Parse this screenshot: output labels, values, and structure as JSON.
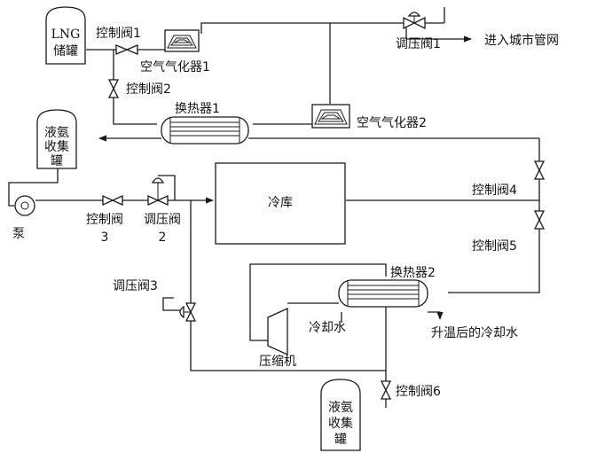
{
  "labels": {
    "lng_tank_line1": "LNG",
    "lng_tank_line2": "储罐",
    "ctrl_valve_1": "控制阀1",
    "ctrl_valve_2": "控制阀2",
    "ctrl_valve_3_line1": "控制阀",
    "ctrl_valve_3_line2": "3",
    "ctrl_valve_4": "控制阀4",
    "ctrl_valve_5": "控制阀5",
    "ctrl_valve_6": "控制阀6",
    "reg_valve_1": "调压阀1",
    "reg_valve_2_line1": "调压阀",
    "reg_valve_2_line2": "2",
    "reg_valve_3": "调压阀3",
    "air_vaporizer_1": "空气气化器1",
    "air_vaporizer_2": "空气气化器2",
    "heat_exchanger_1": "换热器1",
    "heat_exchanger_2": "换热器2",
    "city_grid": "进入城市管网",
    "ammonia_tank_top": [
      "液氨",
      "收集",
      "罐"
    ],
    "ammonia_tank_bottom": [
      "液氨",
      "收集",
      "罐"
    ],
    "pump": "泵",
    "cold_storage": "冷库",
    "compressor": "压缩机",
    "cooling_water": "冷却水",
    "warm_cooling_water": "升温后的冷却水"
  }
}
